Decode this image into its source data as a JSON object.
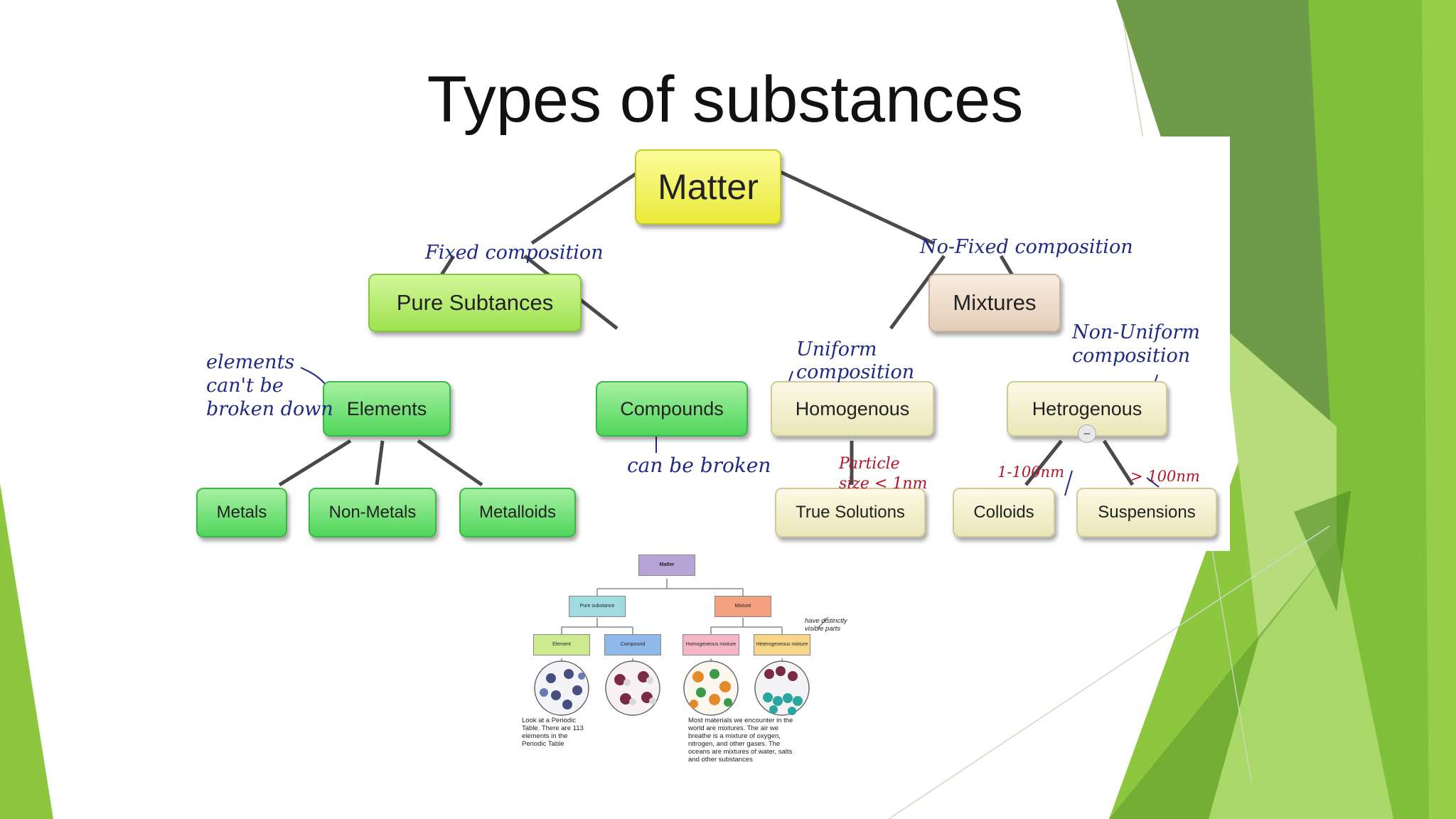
{
  "slide": {
    "title": "Types of substances"
  },
  "diagram": {
    "nodes": {
      "matter": "Matter",
      "pure": "Pure Subtances",
      "mixtures": "Mixtures",
      "elements": "Elements",
      "compounds": "Compounds",
      "homogenous": "Homogenous",
      "hetrogenous": "Hetrogenous",
      "metals": "Metals",
      "non_metals": "Non-Metals",
      "metalloids": "Metalloids",
      "true_solutions": "True Solutions",
      "colloids": "Colloids",
      "suspensions": "Suspensions"
    },
    "annotations": {
      "fixed": "Fixed composition",
      "no_fixed": "No-Fixed composition",
      "elements_note_1": "elements",
      "elements_note_2": "can't be",
      "elements_note_3": "broken down",
      "uniform_1": "Uniform",
      "uniform_2": "composition",
      "non_uniform_1": "Non-Uniform",
      "non_uniform_2": "composition",
      "can_be_broken": "can be broken",
      "particle_1": "Particle",
      "particle_2": "size < 1nm",
      "range": "1-100nm",
      "gt100": "> 100nm"
    },
    "collapse_symbol": "−"
  },
  "small_diagram": {
    "matter": "Matter",
    "pure": "Pure substance",
    "mixture": "Mixture",
    "element": "Element",
    "compound": "Compound",
    "homogeneous": "Homogeneous mixture",
    "heterogeneous": "Heterogeneous mixture",
    "note_visible_1": "have distinctly",
    "note_visible_2": "visible parts",
    "caption_left": [
      "Look at a Periodic",
      "Table. There are 113",
      "elements in the",
      "Periodic Table"
    ],
    "caption_right": [
      "Most materials we encounter in the",
      "world are mixtures. The air we",
      "breathe is a mixture of oxygen,",
      "nitrogen, and other gases. The",
      "oceans are mixtures of water, salts",
      "and other substances"
    ]
  },
  "colors": {
    "accent_green": "#8dc63f",
    "dark_green": "#6f9a48",
    "yellow_node": "#eaea3a",
    "green_node": "#4fd65b"
  }
}
